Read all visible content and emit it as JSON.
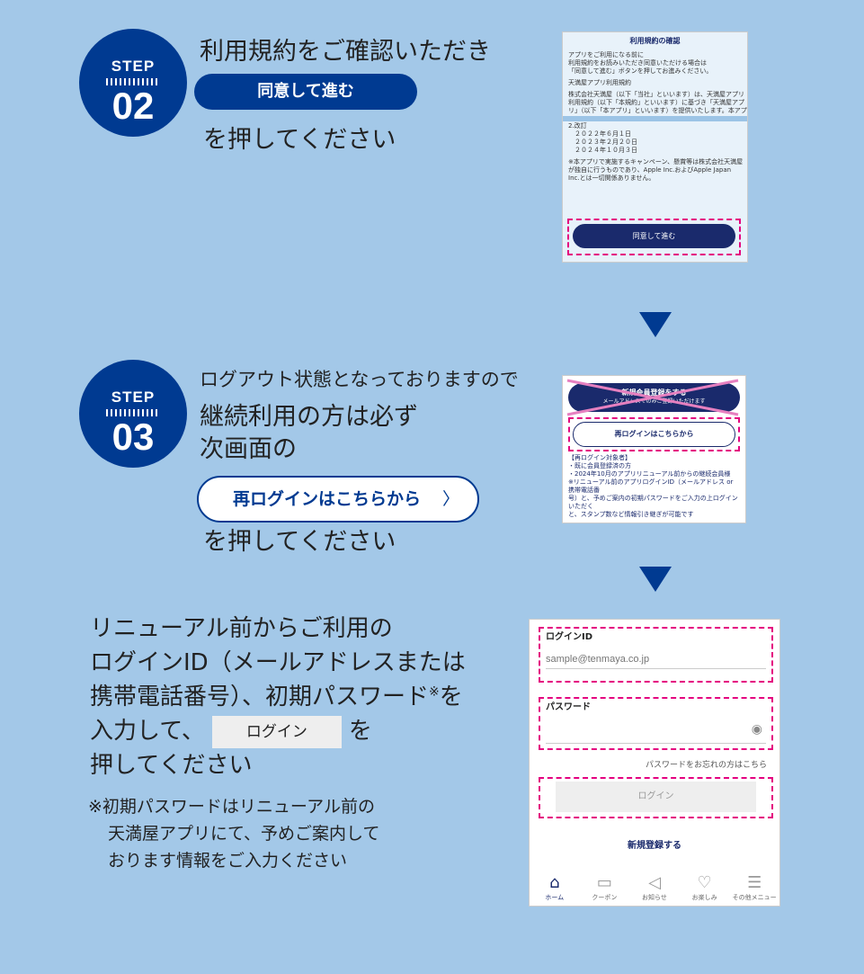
{
  "step02": {
    "label": "STEP",
    "number": "02",
    "line1": "利用規約をご確認いただき",
    "button": "同意して進む",
    "line2": "を押してください",
    "screen": {
      "title": "利用規約の確認",
      "p1": [
        "アプリをご利用になる前に",
        "利用規約をお読みいただき同意いただける場合は",
        "「同意して進む」ボタンを押してお進みください。"
      ],
      "p2": "天満屋アプリ利用規約",
      "p3": [
        "株式会社天満屋（以下「当社」といいます）は、天満屋アプリ",
        "利用規約（以下「本規約」といいます）に基づき「天満屋アプ",
        "リ」（以下「本アプリ」といいます）を提供いたします。本アプ"
      ],
      "p4": [
        "2.改訂",
        "　２０２２年６月１日",
        "　２０２３年２月２０日",
        "　２０２４年１０月３日"
      ],
      "p5": [
        "※本アプリで実施するキャンペーン、懸賞等は株式会社天満屋",
        "が独自に行うものであり、Apple Inc.およびApple Japan",
        "Inc.とは一切関係ありません。"
      ],
      "button": "同意して進む"
    }
  },
  "step03": {
    "label": "STEP",
    "number": "03",
    "line1": "ログアウト状態となっておりますので",
    "line2": "継続利用の方は必ず",
    "line3": "次画面の",
    "button": "再ログインはこちらから",
    "line4": "を押してください",
    "screen": {
      "new_title": "新規会員登録をする",
      "new_sub": "メールアドレスでのみご登録いただけます",
      "relogin": "再ログインはこちらから",
      "notes": [
        "【再ログイン対象者】",
        "・既に会員登録済の方",
        "・2024年10月のアプリリニューアル前からの継続会員様",
        "※リニューアル前のアプリログインID（メールアドレス or 携帯電話番",
        "号）と、予めご案内の初期パスワードをご入力の上ログインいただく",
        "と、スタンプ数など情報引き継ぎが可能です"
      ]
    }
  },
  "step04": {
    "lines": [
      "リニューアル前からご利用の",
      "ログインID（メールアドレスまたは",
      "携帯電話番号）、初期パスワード",
      "を"
    ],
    "mark": "※",
    "line5a": "入力して、",
    "button": "ログイン",
    "line5b": "を",
    "line6": "押してください",
    "note": [
      "※初期パスワードはリニューアル前の",
      "天満屋アプリにて、予めご案内して",
      "おります情報をご入力ください"
    ],
    "screen": {
      "id_label": "ログインID",
      "id_placeholder": "sample@tenmaya.co.jp",
      "pw_label": "パスワード",
      "forgot": "パスワードをお忘れの方はこちら",
      "login": "ログイン",
      "register": "新規登録する",
      "nav": [
        {
          "label": "ホーム",
          "icon": "home-icon"
        },
        {
          "label": "クーポン",
          "icon": "coupon-icon"
        },
        {
          "label": "お知らせ",
          "icon": "megaphone-icon"
        },
        {
          "label": "お楽しみ",
          "icon": "gift-icon"
        },
        {
          "label": "その他メニュー",
          "icon": "menu-icon"
        }
      ]
    }
  },
  "colors": {
    "background": "#a3c8e8",
    "brand": "#003a91",
    "highlight": "#e4007f"
  }
}
